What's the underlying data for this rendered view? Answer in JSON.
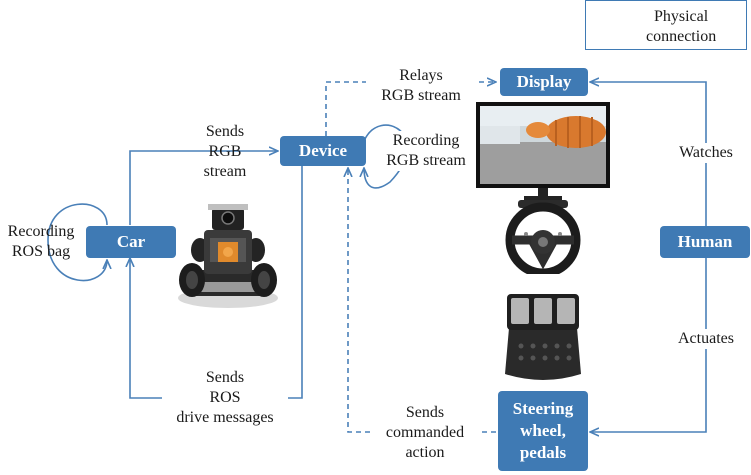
{
  "legend": {
    "label_line1": "Physical",
    "label_line2": "connection"
  },
  "nodes": {
    "car": "Car",
    "device": "Device",
    "display": "Display",
    "human": "Human",
    "steering_line1": "Steering",
    "steering_line2": "wheel,",
    "steering_line3": "pedals"
  },
  "edges": {
    "car_recording": [
      "Recording",
      "ROS bag"
    ],
    "sends_rgb": [
      "Sends",
      "RGB",
      "stream"
    ],
    "relays_rgb": [
      "Relays",
      "RGB stream"
    ],
    "device_recording": [
      "Recording",
      "RGB stream"
    ],
    "watches": "Watches",
    "actuates": "Actuates",
    "sends_ros": [
      "Sends",
      "ROS",
      "drive messages"
    ],
    "sends_action": [
      "Sends",
      "commanded",
      "action"
    ]
  },
  "colors": {
    "accent": "#3f7ab4",
    "line": "#4a80b8"
  },
  "images": [
    "rc-car-photo",
    "monitor-photo",
    "steering-wheel-photo",
    "pedals-photo"
  ]
}
